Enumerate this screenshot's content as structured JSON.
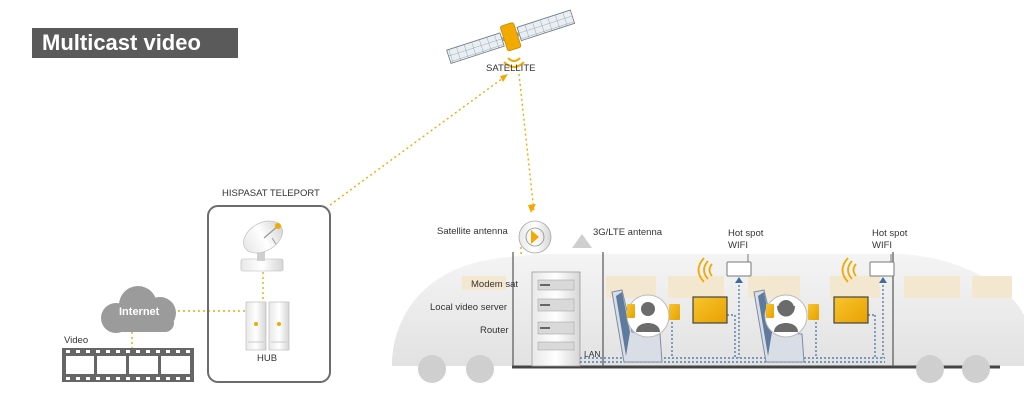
{
  "title": "Multicast video",
  "labels": {
    "satellite": "SATELLITE",
    "teleport": "HISPASAT TELEPORT",
    "hub": "HUB",
    "internet": "Internet",
    "video": "Video",
    "satellite_antenna": "Satellite antenna",
    "lte_antenna": "3G/LTE antenna",
    "modem": "Modem sat",
    "local_server": "Local video server",
    "router": "Router",
    "lan": "LAN",
    "hotspot_1": "Hot spot",
    "hotspot_1_sub": "WIFI",
    "hotspot_2": "Hot spot",
    "hotspot_2_sub": "WIFI"
  },
  "colors": {
    "accent": "#f2a900",
    "title_bg": "#5a5a5a",
    "train_body": "#ebebeb",
    "window_band": "#f3e7cf",
    "lan_line": "#3d6c9e",
    "gray": "#9a9a9a"
  }
}
